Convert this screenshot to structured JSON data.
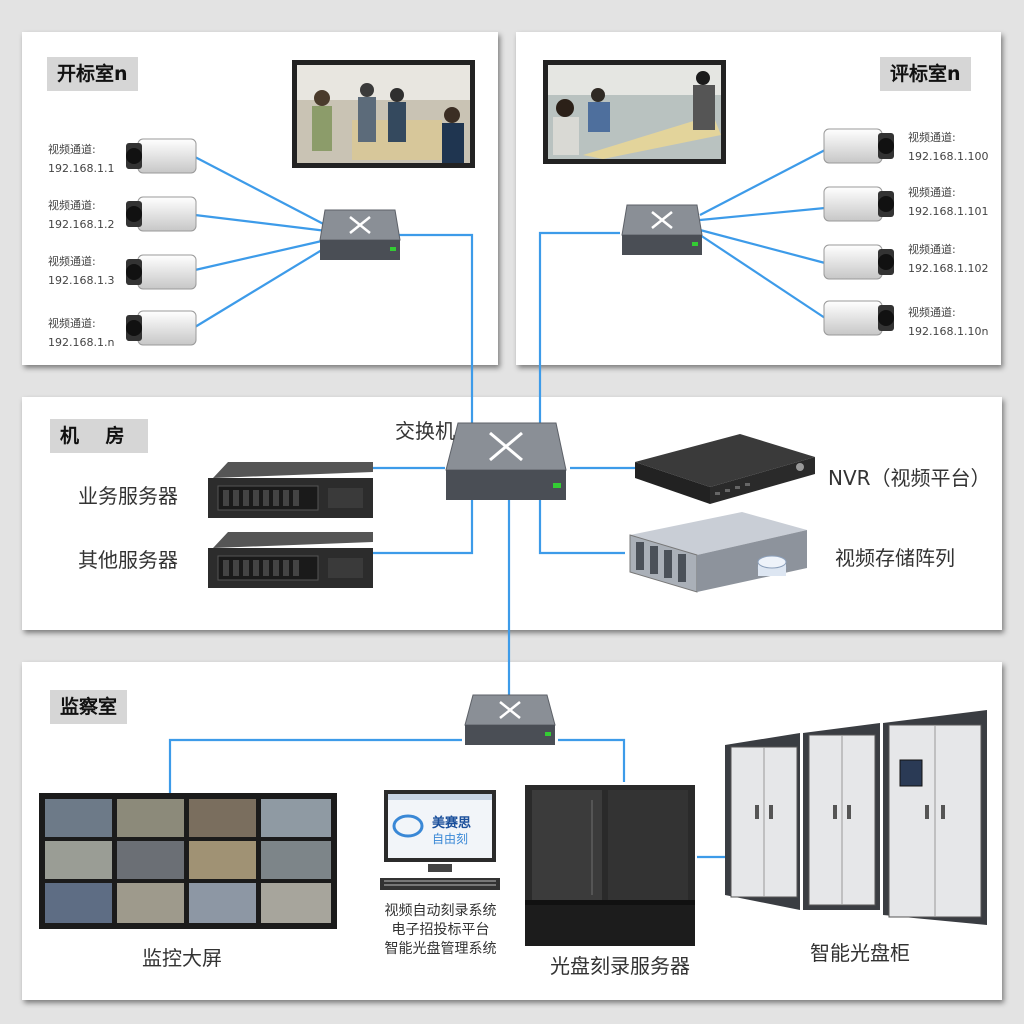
{
  "rooms": {
    "opening": "开标室n",
    "evaluation": "评标室n",
    "machine": "机    房",
    "monitor": "监察室"
  },
  "cameras_left": [
    {
      "label": "视频通道:",
      "ip": "192.168.1.1"
    },
    {
      "label": "视频通道:",
      "ip": "192.168.1.2"
    },
    {
      "label": "视频通道:",
      "ip": "192.168.1.3"
    },
    {
      "label": "视频通道:",
      "ip": "192.168.1.n"
    }
  ],
  "cameras_right": [
    {
      "label": "视频通道:",
      "ip": "192.168.1.100"
    },
    {
      "label": "视频通道:",
      "ip": "192.168.1.101"
    },
    {
      "label": "视频通道:",
      "ip": "192.168.1.102"
    },
    {
      "label": "视频通道:",
      "ip": "192.168.1.10n"
    }
  ],
  "devices": {
    "switch": "交换机",
    "business_server": "业务服务器",
    "other_server": "其他服务器",
    "nvr": "NVR（视频平台）",
    "storage": "视频存储阵列",
    "wall": "监控大屏",
    "burner": "光盘刻录服务器",
    "cabinet": "智能光盘柜"
  },
  "software": {
    "line1": "视频自动刻录系统",
    "line2": "电子招投标平台",
    "line3": "智能光盘管理系统",
    "brand": "美赛思",
    "brand_sub": "自由刻"
  },
  "colors": {
    "wire": "#3d9be9",
    "panel": "#ffffff",
    "tag": "#d6d6d6"
  }
}
